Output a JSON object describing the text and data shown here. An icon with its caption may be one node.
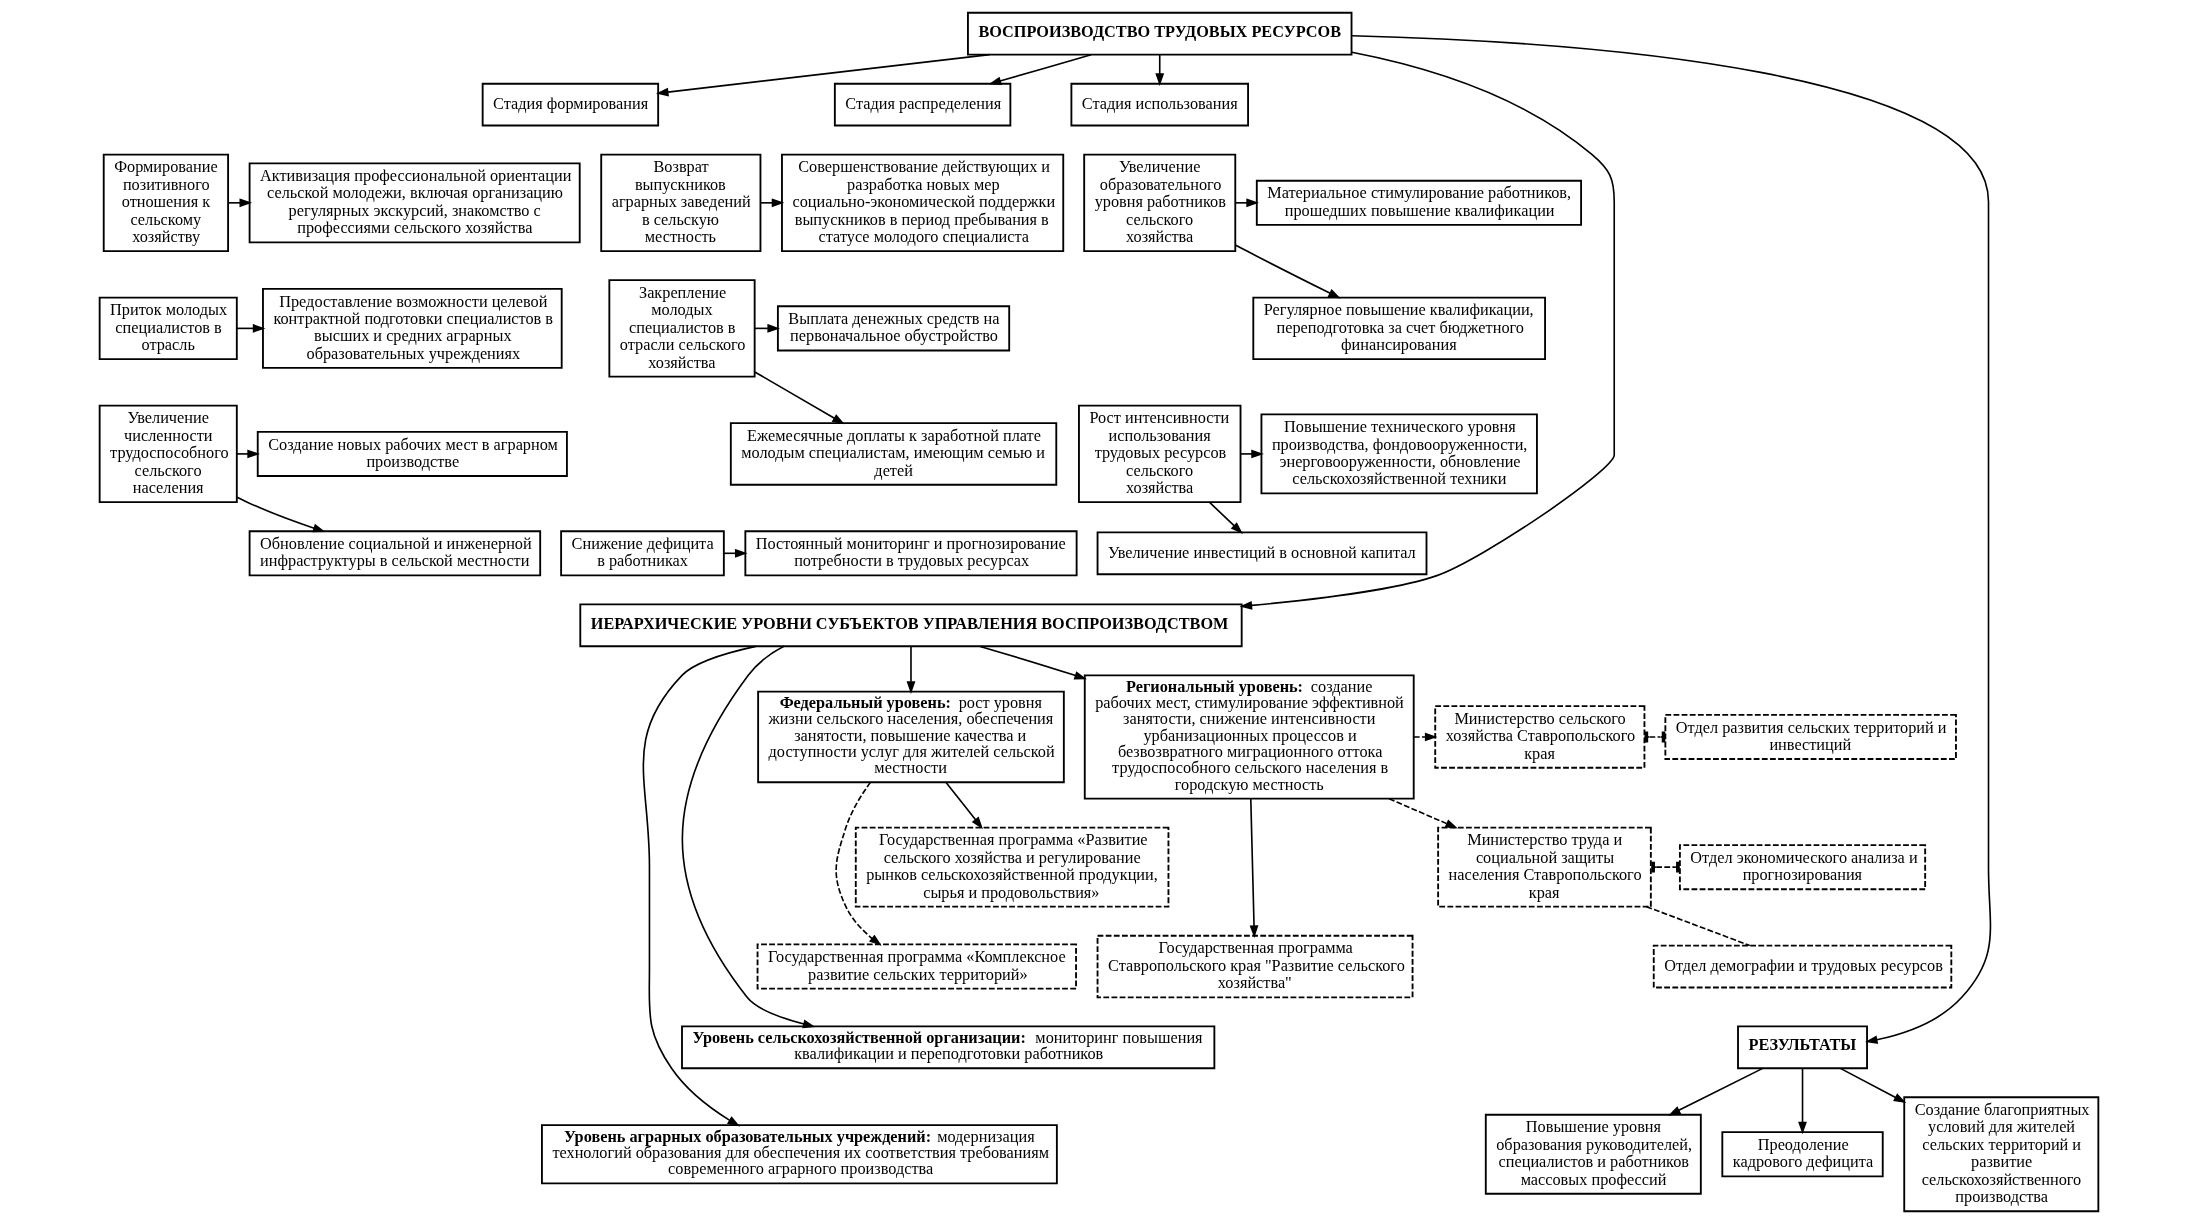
{
  "diagram": {
    "nodes": [
      {
        "text": [
          "ВОСПРОИЗВОДСТВО ТРУДОВЫХ РЕСУРСОВ"
        ]
      },
      {
        "text": [
          "Стадия формирования"
        ]
      },
      {
        "text": [
          "Стадия распределения"
        ]
      },
      {
        "text": [
          "Стадия использования"
        ]
      },
      {
        "text": [
          "Формирование позитивного отношения к сельскому хозяйству"
        ]
      },
      {
        "text": [
          "Активизация профессиональной ориентации сельской молодежи, включая организацию регулярных экскурсий, знакомство с профессиями сельского хозяйства"
        ]
      },
      {
        "text": [
          "Приток молодых специалистов в отрасль"
        ]
      },
      {
        "text": [
          "Предоставление возможности целевой контрактной подготовки специалистов в высших и средних аграрных образовательных учреждениях"
        ]
      },
      {
        "text": [
          "Увеличение численности трудоспособного сельского населения"
        ]
      },
      {
        "text": [
          "Создание новых рабочих мест в аграрном производстве"
        ]
      },
      {
        "text": [
          "Обновление социальной и инженерной инфраструктуры в сельской местности"
        ]
      },
      {
        "text": [
          "Возврат выпускников аграрных заведений в сельскую местность"
        ]
      },
      {
        "text": [
          "Совершенствование действующих и разработка новых мер социально-экономической поддержки выпускников в период пребывания в статусе молодого специалиста"
        ]
      },
      {
        "text": [
          "Закрепление молодых специалистов в отрасли сельского хозяйства"
        ]
      },
      {
        "text": [
          "Выплата денежных средств на первоначальное обустройство"
        ]
      },
      {
        "text": [
          "Ежемесячные доплаты к заработной плате молодым специалистам, имеющим семью и детей"
        ]
      },
      {
        "text": [
          "Снижение дефицита в работниках"
        ]
      },
      {
        "text": [
          "Постоянный мониторинг и прогнозирование потребности в трудовых ресурсах"
        ]
      },
      {
        "text": [
          "Увеличение образовательного уровня работников сельского хозяйства"
        ]
      },
      {
        "text": [
          "Материальное стимулирование работников, прошедших повышение квалификации"
        ]
      },
      {
        "text": [
          "Регулярное повышение квалификации, переподготовка за счет бюджетного финансирования"
        ]
      },
      {
        "text": [
          "Рост интенсивности использования трудовых ресурсов сельского хозяйства"
        ]
      },
      {
        "text": [
          "Повышение технического уровня производства, фондовооруженности, энерговооруженности, обновление сельскохозяйственной техники"
        ]
      },
      {
        "text": [
          "Увеличение инвестиций в основной капитал"
        ]
      },
      {
        "text": [
          "ИЕРАРХИЧЕСКИЕ УРОВНИ СУБЪЕКТОВ УПРАВЛЕНИЯ ВОСПРОИЗВОДСТВОМ"
        ]
      },
      {
        "text": [
          "**Федеральный уровень:** рост уровня жизни сельского населения, обеспечения занятости, повышение качества и доступности услуг для жителей сельской местности"
        ]
      },
      {
        "text": [
          "**Региональный уровень:** создание рабочих мест, стимулирование эффективной занятости, снижение интенсивности урбанизационных процессов и безвозвратного миграционного оттока трудоспособного сельского населения в городскую местность"
        ]
      },
      {
        "text": [
          "Государственная программа «Развитие сельского хозяйства и регулирование рынков сельскохозяйственной продукции, сырья и продовольствия»"
        ]
      },
      {
        "text": [
          "Министерство сельского хозяйства Ставропольского края"
        ]
      },
      {
        "text": [
          "Отдел развития сельских территорий и инвестиций"
        ]
      },
      {
        "text": [
          "Министерство труда и социальной защиты населения Ставропольского края"
        ]
      },
      {
        "text": [
          "Отдел экономического анализа и прогнозирования"
        ]
      },
      {
        "text": [
          "Отдел демографии и трудовых ресурсов"
        ]
      },
      {
        "text": [
          "Государственная программа «Комплексное развитие сельских территорий»"
        ]
      },
      {
        "text": [
          "Государственная программа Ставропольского края \"Развитие сельского хозяйства\""
        ]
      },
      {
        "text": [
          "РЕЗУЛЬТАТЫ"
        ]
      },
      {
        "text": [
          "**Уровень сельскохозяйственной организации:** мониторинг повышения квалификации и переподготовки работников"
        ]
      },
      {
        "text": [
          "**Уровень аграрных образовательных учреждений:** модернизация технологий образования для обеспечения их соответствия требованиям современного аграрного производства"
        ]
      },
      {
        "text": [
          "Повышение уровня образования руководителей, специалистов и работников массовых профессий"
        ]
      },
      {
        "text": [
          "Преодоление кадрового дефицита"
        ]
      },
      {
        "text": [
          "Создание благоприятных условий для жителей сельских территорий и развитие сельскохозяйственного производства"
        ]
      }
    ],
    "edges": [
      {
        "from": 0,
        "to": 1,
        "arrow": "to"
      },
      {
        "from": 0,
        "to": 2,
        "arrow": "to"
      },
      {
        "from": 0,
        "to": 3,
        "arrow": "to"
      },
      {
        "from": 4,
        "to": 5,
        "arrow": "to"
      },
      {
        "from": 6,
        "to": 7,
        "arrow": "to"
      },
      {
        "from": 8,
        "to": 9,
        "arrow": "to"
      },
      {
        "from": 8,
        "to": 10,
        "arrow": "to"
      },
      {
        "from": 11,
        "to": 12,
        "arrow": "to"
      },
      {
        "from": 13,
        "to": 14,
        "arrow": "to"
      },
      {
        "from": 13,
        "to": 15,
        "arrow": "to"
      },
      {
        "from": 16,
        "to": 17,
        "arrow": "to"
      },
      {
        "from": 18,
        "to": 19,
        "arrow": "to"
      },
      {
        "from": 18,
        "to": 20,
        "arrow": "to"
      },
      {
        "from": 21,
        "to": 22,
        "arrow": "to"
      },
      {
        "from": 21,
        "to": 23,
        "arrow": "to"
      },
      {
        "from": 0,
        "to": 24,
        "arrow": "to"
      },
      {
        "from": 24,
        "to": 25,
        "arrow": "to"
      },
      {
        "from": 24,
        "to": 26,
        "arrow": "to"
      },
      {
        "from": 25,
        "to": 27,
        "arrow": "to"
      },
      {
        "from": 25,
        "to": 33,
        "arrow": "to",
        "style": "dashed"
      },
      {
        "from": 26,
        "to": 28,
        "arrow": "to",
        "style": "dashed"
      },
      {
        "from": 26,
        "to": 30,
        "arrow": "to",
        "style": "dashed"
      },
      {
        "from": 26,
        "to": 34,
        "arrow": "to"
      },
      {
        "from": 28,
        "to": 29,
        "arrow": "other",
        "style": "dashed"
      },
      {
        "from": 30,
        "to": 31,
        "arrow": "other",
        "style": "dashed"
      },
      {
        "from": 30,
        "to": 32,
        "arrow": "none",
        "style": "dashed"
      },
      {
        "from": 24,
        "to": 36,
        "arrow": "to"
      },
      {
        "from": 24,
        "to": 37,
        "arrow": "to"
      },
      {
        "from": 0,
        "to": 35,
        "arrow": "to"
      },
      {
        "from": 35,
        "to": 38,
        "arrow": "to"
      },
      {
        "from": 35,
        "to": 39,
        "arrow": "to"
      },
      {
        "from": 35,
        "to": 40,
        "arrow": "to"
      }
    ]
  }
}
